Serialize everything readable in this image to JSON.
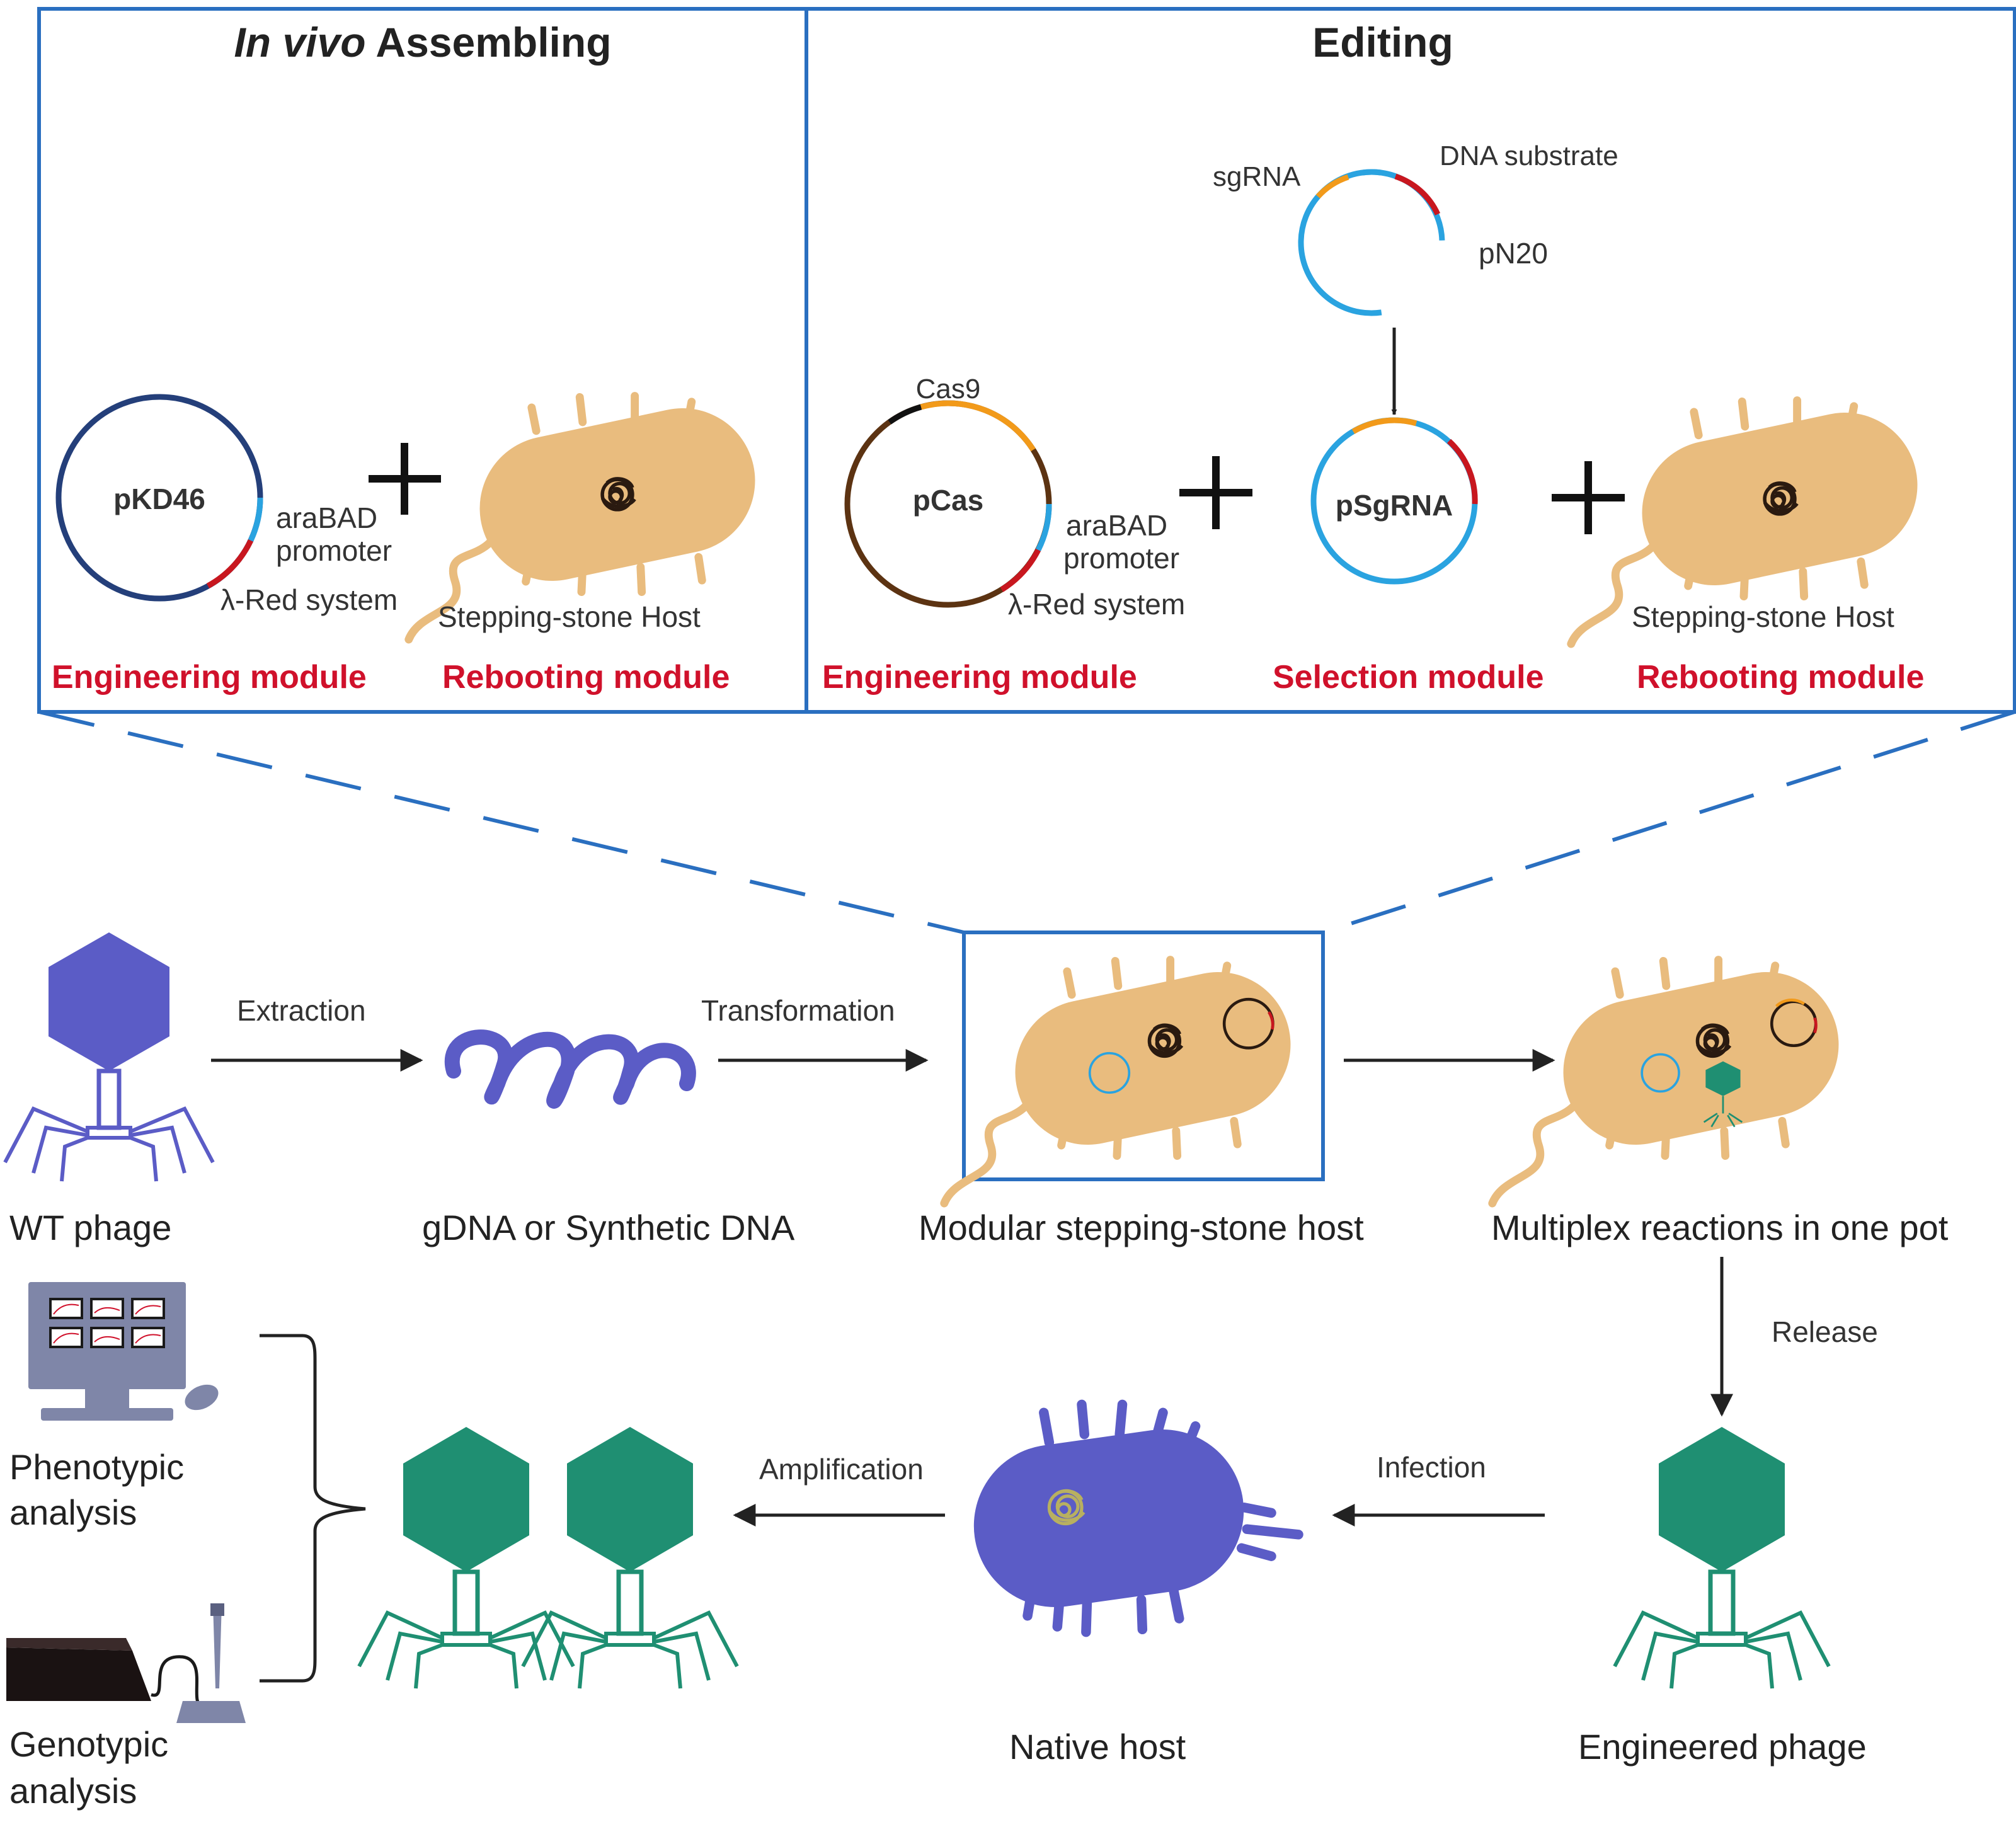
{
  "colors": {
    "frame": "#2a6fc0",
    "bacterium": "#e9bc7e",
    "phage_wt": "#5b5cc6",
    "phage_engineered": "#1f8f72",
    "module_label": "#d0112b",
    "plasmid_pkd46": "#243f7a",
    "plasmid_pcas": "#5c3312",
    "plasmid_blue": "#2aa3e0",
    "segment_orange": "#f29a1a",
    "segment_red": "#c8171f"
  },
  "panels": {
    "assembling": {
      "title_italic": "In vivo",
      "title_rest": " Assembling",
      "plasmid": "pKD46",
      "promoter_line1": "araBAD",
      "promoter_line2": "promoter",
      "red_system": "λ-Red system",
      "host_label": "Stepping-stone Host",
      "engineering_module": "Engineering module",
      "rebooting_module": "Rebooting  module"
    },
    "editing": {
      "title": "Editing",
      "sgrna": "sgRNA",
      "dna_substrate": "DNA substrate",
      "pn20": "pN20",
      "cas9": "Cas9",
      "pcas": "pCas",
      "promoter_line1": "araBAD",
      "promoter_line2": "promoter",
      "red_system": "λ-Red system",
      "psgrna": "pSgRNA",
      "host_label": "Stepping-stone Host",
      "engineering_module": "Engineering module",
      "selection_module": "Selection module",
      "rebooting_module": "Rebooting  module"
    }
  },
  "workflow": {
    "wt_phage": "WT phage",
    "extraction": "Extraction",
    "gdna": "gDNA or Synthetic DNA",
    "transformation": "Transformation",
    "modular_host": "Modular stepping-stone host",
    "multiplex": "Multiplex reactions in one pot",
    "release": "Release",
    "engineered_phage": "Engineered phage",
    "infection": "Infection",
    "native_host": "Native host",
    "amplification": "Amplification",
    "phenotypic_line1": "Phenotypic",
    "phenotypic_line2": "analysis",
    "genotypic_line1": "Genotypic",
    "genotypic_line2": "analysis"
  },
  "icons": [
    "plus-icon",
    "arrow-right-icon",
    "arrow-left-icon",
    "arrow-down-icon",
    "bacterium-icon",
    "phage-icon",
    "plasmid-icon",
    "computer-icon",
    "sequencer-icon",
    "dna-coil-icon",
    "brace-icon"
  ]
}
